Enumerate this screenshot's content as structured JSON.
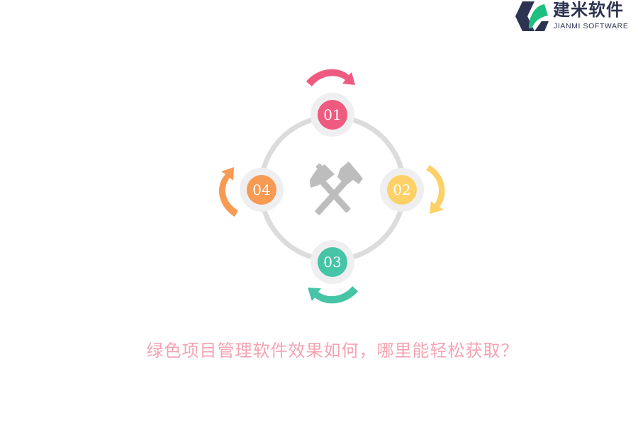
{
  "logo": {
    "name_cn": "建米软件",
    "name_en": "JIANMI SOFTWARE",
    "colors": {
      "dark": "#2d3350",
      "green": "#1fbf7f"
    }
  },
  "diagram": {
    "center_icon": "crossed-hammers-icon",
    "ring_color": "#dcdcdc",
    "node_halo_color": "#efeff1",
    "nodes": [
      {
        "label": "01",
        "position": "top",
        "color": "#ef5a80",
        "arrow": "clockwise-arrow-icon"
      },
      {
        "label": "02",
        "position": "right",
        "color": "#fdd167",
        "arrow": "clockwise-arrow-icon"
      },
      {
        "label": "03",
        "position": "bottom",
        "color": "#46c4a6",
        "arrow": "clockwise-arrow-icon"
      },
      {
        "label": "04",
        "position": "left",
        "color": "#f79a54",
        "arrow": "clockwise-arrow-icon"
      }
    ]
  },
  "caption": {
    "text": "绿色项目管理软件效果如何，哪里能轻松获取？",
    "color": "#f5a3b3"
  }
}
